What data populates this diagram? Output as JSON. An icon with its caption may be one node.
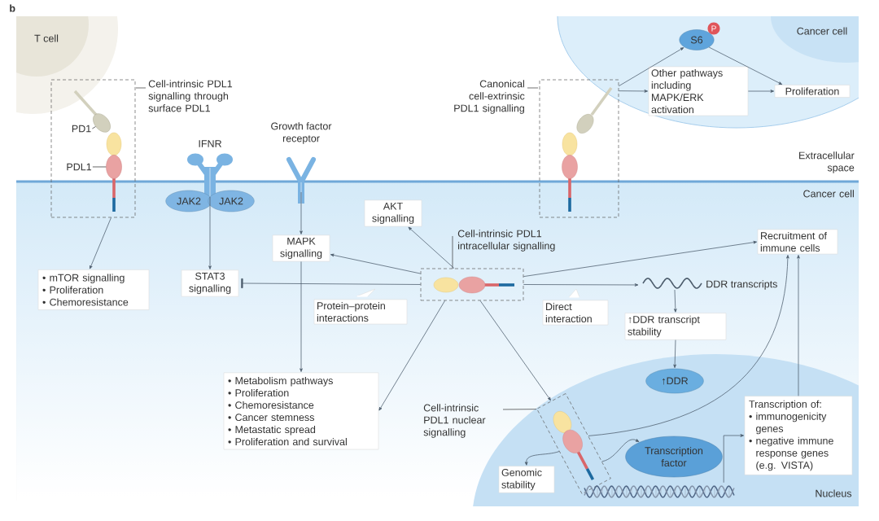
{
  "diagram": {
    "nodes": [
      {
        "text": [
          "T cell"
        ]
      },
      {
        "text": [
          "Cancer cell"
        ]
      },
      {
        "text": [
          "Cell-intrinsic PDL1 signalling through surface PDL1"
        ]
      },
      {
        "text": [
          "PD1"
        ],
        "in": 2
      },
      {
        "text": [
          "PDL1"
        ],
        "in": 2
      },
      {
        "text": [
          "IFNR"
        ]
      },
      {
        "text": [
          "JAK2"
        ]
      },
      {
        "text": [
          "JAK2"
        ]
      },
      {
        "text": [
          "Growth factor receptor"
        ]
      },
      {
        "text": [
          "MAPK signalling"
        ]
      },
      {
        "text": [
          "AKT signalling"
        ]
      },
      {
        "text": [
          "Cell-intrinsic PDL1 intracellular signalling"
        ]
      },
      {
        "text": [
          "• mTOR signalling",
          "• Proliferation",
          "• Chemoresistance"
        ]
      },
      {
        "text": [
          "STAT3 signalling"
        ]
      },
      {
        "text": [
          "Protein–protein interactions"
        ]
      },
      {
        "text": [
          "Direct interaction"
        ]
      },
      {
        "text": [
          "DDR transcripts"
        ]
      },
      {
        "text": [
          "↑DDR transcript stability"
        ]
      },
      {
        "text": [
          "Nucleus"
        ]
      },
      {
        "text": [
          "↑DDR"
        ],
        "in": 18
      },
      {
        "text": [
          "Recruitment of immune cells"
        ]
      },
      {
        "text": [
          "• Metabolism pathways",
          "• Proliferation",
          "• Chemoresistance",
          "• Cancer stemness",
          "• Metastatic spread",
          "• Proliferation and survival"
        ]
      },
      {
        "text": [
          "Cell-intrinsic PDL1 nuclear signalling"
        ],
        "in": 18
      },
      {
        "text": [
          "Genomic stability"
        ],
        "in": 18
      },
      {
        "text": [
          "Transcription factor"
        ],
        "in": 18
      },
      {
        "text": [
          "Transcription of:",
          "• immunogenicity genes",
          "• negative immune response genes (e.g. VISTA)"
        ],
        "in": 18
      },
      {
        "text": [
          "Canonical cell-extrinsic PDL1 signalling"
        ]
      },
      {
        "text": [
          "S6"
        ],
        "in": 1
      },
      {
        "text": [
          "P"
        ],
        "in": 1
      },
      {
        "text": [
          "Other pathways including MAPK/ERK activation"
        ],
        "in": 1
      },
      {
        "text": [
          "Proliferation"
        ],
        "in": 1
      },
      {
        "text": [],
        "shape": "picture",
        "in": 18
      },
      {
        "text": [],
        "shape": "ellipse",
        "in": 2
      },
      {
        "text": [],
        "shape": "ellipse",
        "in": 2
      }
    ],
    "edges": [
      {
        "from": 2,
        "to": 12,
        "arrow": "to"
      },
      {
        "from": 5,
        "to": 13,
        "arrow": "to"
      },
      {
        "from": 8,
        "to": 9,
        "arrow": "to"
      },
      {
        "from": 11,
        "to": 9,
        "arrow": "to"
      },
      {
        "from": 11,
        "to": 10,
        "arrow": "to"
      },
      {
        "from": 11,
        "to": 13,
        "arrow": "other"
      },
      {
        "from": 11,
        "to": 20,
        "arrow": "to"
      },
      {
        "from": 11,
        "to": 16,
        "arrow": "to"
      },
      {
        "from": 11,
        "to": 21,
        "arrow": "to"
      },
      {
        "from": 11,
        "to": 22,
        "arrow": "to"
      },
      {
        "from": 9,
        "to": 21,
        "arrow": "to"
      },
      {
        "from": 16,
        "to": 17,
        "arrow": "to"
      },
      {
        "from": 17,
        "to": 19,
        "arrow": "to"
      },
      {
        "from": 22,
        "to": 20,
        "arrow": "to"
      },
      {
        "from": 22,
        "to": 23,
        "arrow": "to"
      },
      {
        "from": 22,
        "to": 24,
        "arrow": "to"
      },
      {
        "from": 31,
        "to": 25,
        "arrow": "to"
      },
      {
        "from": 25,
        "to": 20,
        "arrow": "to"
      },
      {
        "from": 26,
        "to": 27,
        "arrow": "to"
      },
      {
        "from": 26,
        "to": 29,
        "arrow": "to"
      },
      {
        "from": 29,
        "to": 30,
        "arrow": "to"
      },
      {
        "from": 27,
        "to": 30,
        "arrow": "to"
      },
      {
        "from": 3,
        "to": 32,
        "arrow": "none"
      },
      {
        "from": 4,
        "to": 33,
        "arrow": "none"
      }
    ],
    "labels": [
      "b",
      "Extracellular space",
      "Cancer cell"
    ]
  }
}
